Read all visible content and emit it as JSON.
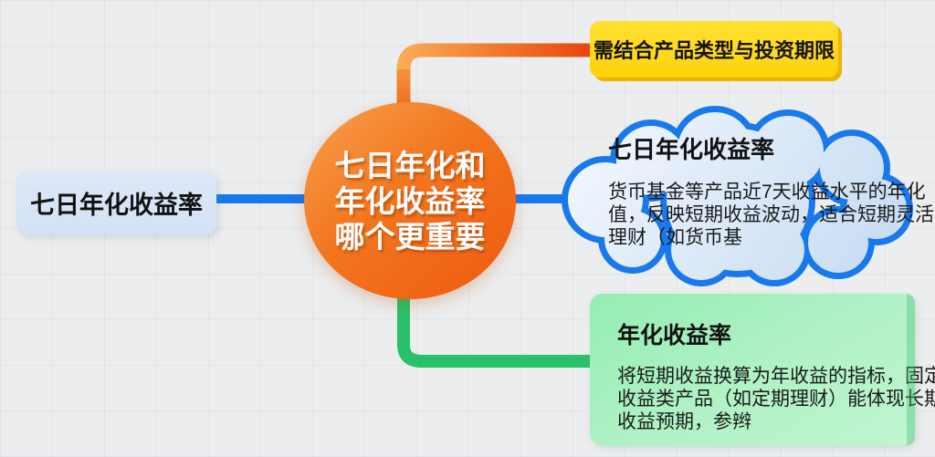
{
  "nodes": {
    "root": {
      "label": "七日年化收益率"
    },
    "center": {
      "lines": [
        "七日年化和",
        "年化收益率",
        "哪个更重要"
      ]
    },
    "branch_top": {
      "label": "需结合产品类型与投资期限"
    },
    "branch_middle": {
      "title": "七日年化收益率",
      "body_lines": [
        "货币基金等产品近7天收益水平的年化",
        "值，反映短期收益波动，适合短期灵活",
        "理财（如货币基"
      ]
    },
    "branch_bottom": {
      "title": "年化收益率",
      "body_lines": [
        "将短期收益换算为年收益的指标，固定",
        "收益类产品（如定期理财）能体现长期",
        "收益预期，参辫"
      ]
    }
  },
  "colors": {
    "background": "#ecedee",
    "root_fill": "#d8e5f6",
    "center_circle_orange": "#ee5a10",
    "connector_blue": "#1677ee",
    "connector_orange_start": "#f9ae55",
    "connector_orange_end": "#e8430a",
    "connector_green": "#28c169",
    "branch_top_fill": "#ffd60e",
    "branch_top_shadow": "#efb400",
    "cloud_border": "#1779ec",
    "cloud_fill_light": "#eef5fd",
    "cloud_fill_deep": "#c9ddf3",
    "branch_bottom_fill": "#a5f0bd",
    "text_dark": "#121212",
    "text_light": "#ffffff"
  }
}
